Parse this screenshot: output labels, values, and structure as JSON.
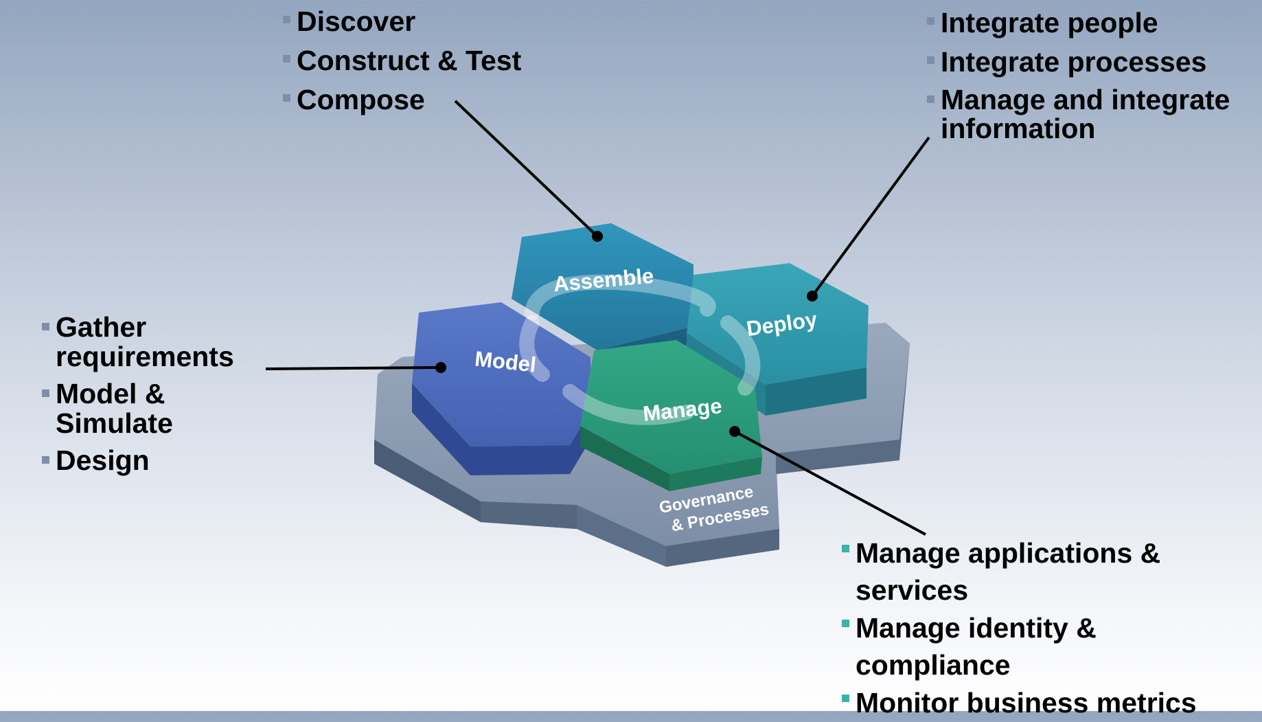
{
  "diagram": {
    "hex_labels": {
      "assemble": "Assemble",
      "deploy": "Deploy",
      "model": "Model",
      "manage": "Manage",
      "governance_line1": "Governance",
      "governance_line2": "& Processes"
    },
    "lists": {
      "assemble": [
        "Discover",
        "Construct & Test",
        "Compose"
      ],
      "deploy": [
        "Integrate people",
        "Integrate processes",
        "Manage and integrate information"
      ],
      "model": [
        "Gather requirements",
        "Model & Simulate",
        "Design"
      ],
      "manage": [
        "Manage applications & services",
        "Manage identity & compliance",
        "Monitor business metrics"
      ]
    },
    "colors": {
      "assemble": "#2a86ad",
      "deploy": "#3199ac",
      "model": "#4d6bbd",
      "manage": "#2a9a7c",
      "base": "#8797ad",
      "bullet_gray": "#7f8ea8",
      "bullet_teal": "#3bb3a6"
    }
  }
}
